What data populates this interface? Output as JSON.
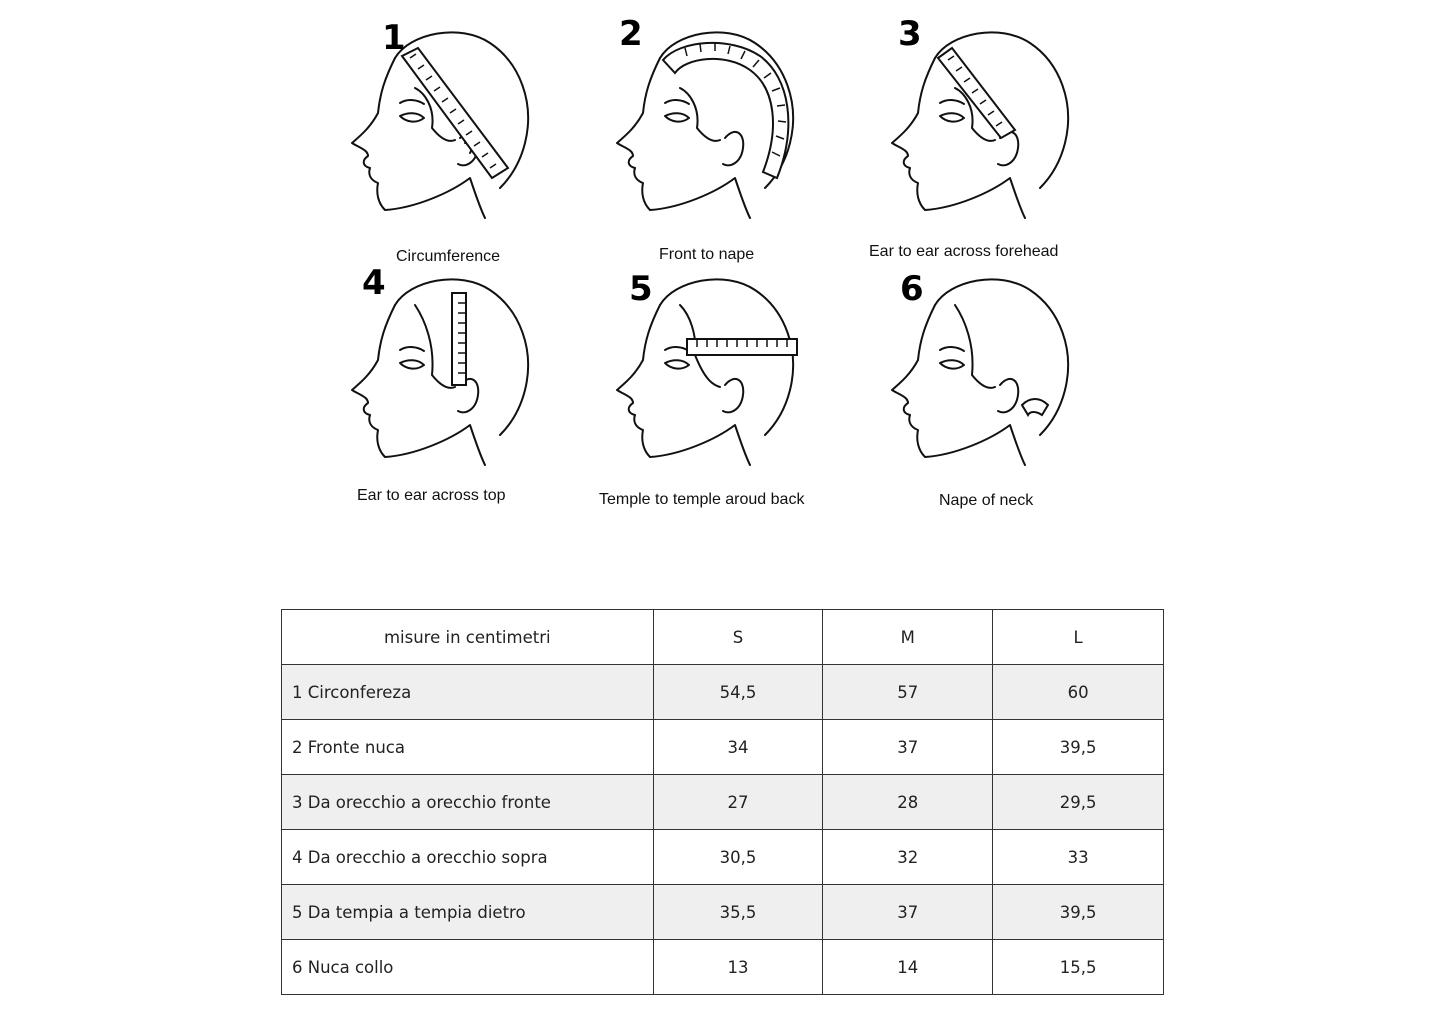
{
  "figure": {
    "panels": [
      {
        "number": "1",
        "caption": "Circumference"
      },
      {
        "number": "2",
        "caption": "Front to nape"
      },
      {
        "number": "3",
        "caption": "Ear to ear across forehead"
      },
      {
        "number": "4",
        "caption": "Ear to ear across top"
      },
      {
        "number": "5",
        "caption": "Temple to temple aroud back"
      },
      {
        "number": "6",
        "caption": "Nape of neck"
      }
    ]
  },
  "table": {
    "headers": [
      "misure in centimetri",
      "S",
      "M",
      "L"
    ],
    "rows": [
      {
        "label": "1 Circonfereza",
        "s": "54,5",
        "m": "57",
        "l": "60"
      },
      {
        "label": "2 Fronte nuca",
        "s": "34",
        "m": "37",
        "l": "39,5"
      },
      {
        "label": "3 Da orecchio a orecchio fronte",
        "s": "27",
        "m": "28",
        "l": "29,5"
      },
      {
        "label": "4 Da orecchio a orecchio sopra",
        "s": "30,5",
        "m": "32",
        "l": "33"
      },
      {
        "label": "5 Da tempia a tempia dietro",
        "s": "35,5",
        "m": "37",
        "l": "39,5"
      },
      {
        "label": "6 Nuca collo",
        "s": "13",
        "m": "14",
        "l": "15,5"
      }
    ]
  }
}
